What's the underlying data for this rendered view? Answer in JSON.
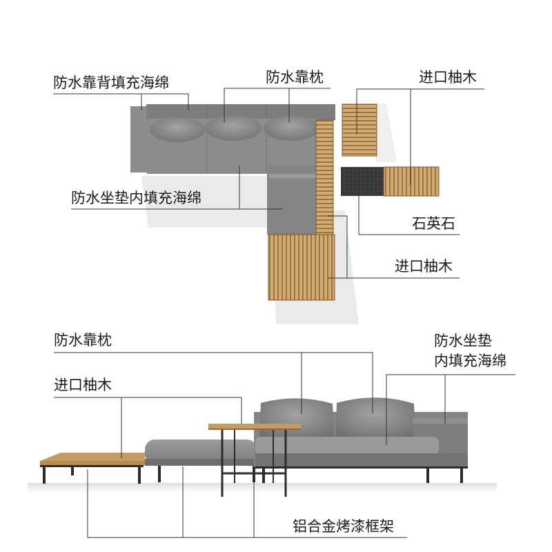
{
  "top_view": {
    "back_filling_label": "防水靠背填充海绵",
    "pillow_label": "防水靠枕",
    "teak_label_upper": "进口柚木",
    "seat_filling_label": "防水坐垫内填充海绵",
    "quartz_label": "石英石",
    "teak_label_lower": "进口柚木"
  },
  "side_view": {
    "pillow_label": "防水靠枕",
    "seat_label_line1": "防水坐垫",
    "seat_label_line2": "内填充海绵",
    "teak_label": "进口柚木",
    "frame_label": "铝合金烤漆框架"
  },
  "colors": {
    "fabric": "#808080",
    "fabric_light": "#9a9a9a",
    "teak": "#c9a26a",
    "teak_dark": "#8a6535",
    "quartz": "#3a3a3a",
    "frame": "#2b2b2b",
    "leader_line": "#333333"
  }
}
